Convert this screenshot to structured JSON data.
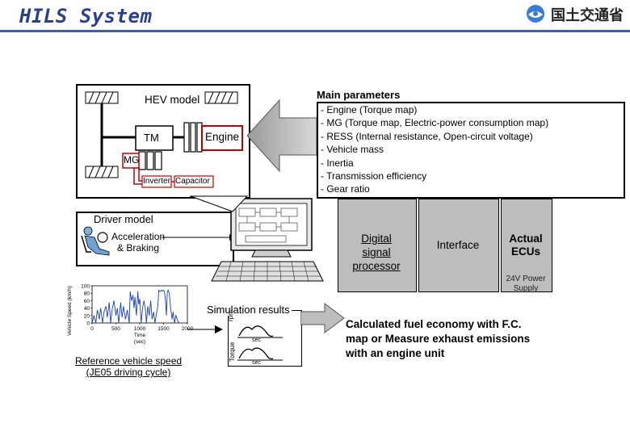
{
  "header": {
    "title": "HILS System",
    "logo_text": "国土交通省",
    "brand_color": "#2a3f8f",
    "rule_color": "#3a60a8"
  },
  "hev_model": {
    "label": "HEV model",
    "tm": "TM",
    "engine": "Engine",
    "mg": "MG",
    "inverter": "Inverter",
    "capacitor": "Capacitor"
  },
  "main_parameters": {
    "title": "Main parameters",
    "items": [
      "- Engine (Torque map)",
      "- MG (Torque map, Electric-power consumption map)",
      "- RESS (Internal resistance, Open-circuit voltage)",
      "- Vehicle mass",
      "- Inertia",
      "- Transmission efficiency",
      "- Gear ratio"
    ]
  },
  "driver_model": {
    "label": "Driver model",
    "caption_line1": "Acceleration",
    "caption_line2": "& Braking"
  },
  "signal_chain": {
    "dsp_line1": "Digital",
    "dsp_line2": "signal",
    "dsp_line3": "processor",
    "interface": "Interface",
    "ecu_line1": "Actual",
    "ecu_line2": "ECUs",
    "power_line1": "24V Power",
    "power_line2": "Supply",
    "box_fill": "#bdbdbd"
  },
  "simulation": {
    "label": "Simulation results",
    "rpm_axis": "rpm",
    "torque_axis": "Torque",
    "sec1": "sec",
    "sec2": "sec"
  },
  "reference": {
    "caption_line1": "Reference vehicle speed",
    "caption_line2": "(JE05 driving cycle)"
  },
  "result": {
    "line1": "Calculated fuel economy with F.C.",
    "line2": "map or Measure exhaust emissions",
    "line3": "with an engine unit"
  },
  "chart_data": {
    "type": "line",
    "title": "",
    "xlabel_line1": "Time",
    "xlabel_line2": "(sec)",
    "ylabel": "Vehicle Speed (km/h)",
    "xlim": [
      0,
      2000
    ],
    "ylim": [
      0,
      100
    ],
    "x_ticks": [
      "0",
      "500",
      "1000",
      "1500",
      "2000"
    ],
    "y_ticks": [
      "0",
      "20",
      "40",
      "60",
      "80",
      "100"
    ],
    "series": [
      {
        "x": [
          0,
          40,
          80,
          110,
          150,
          180,
          220,
          250,
          290,
          320,
          360,
          390,
          420,
          460,
          500,
          530,
          560,
          600,
          630,
          660,
          700,
          740,
          780,
          800,
          830,
          860,
          880,
          900,
          930,
          960,
          980,
          1000,
          1030,
          1060,
          1090,
          1120,
          1140,
          1170,
          1200,
          1230,
          1260,
          1290,
          1320,
          1350,
          1380,
          1400,
          1430,
          1460,
          1480,
          1500,
          1520,
          1540,
          1560,
          1580,
          1600,
          1620,
          1650,
          1680,
          1700,
          1730,
          1760,
          1800,
          1829
        ],
        "y": [
          0,
          20,
          0,
          35,
          10,
          40,
          0,
          30,
          45,
          15,
          55,
          0,
          35,
          60,
          20,
          40,
          0,
          55,
          15,
          45,
          10,
          35,
          0,
          85,
          60,
          75,
          40,
          70,
          20,
          85,
          50,
          65,
          0,
          40,
          60,
          35,
          0,
          45,
          20,
          60,
          10,
          30,
          0,
          25,
          45,
          88,
          85,
          88,
          86,
          88,
          84,
          60,
          20,
          85,
          88,
          80,
          40,
          10,
          30,
          0,
          20,
          5,
          0
        ]
      }
    ]
  }
}
